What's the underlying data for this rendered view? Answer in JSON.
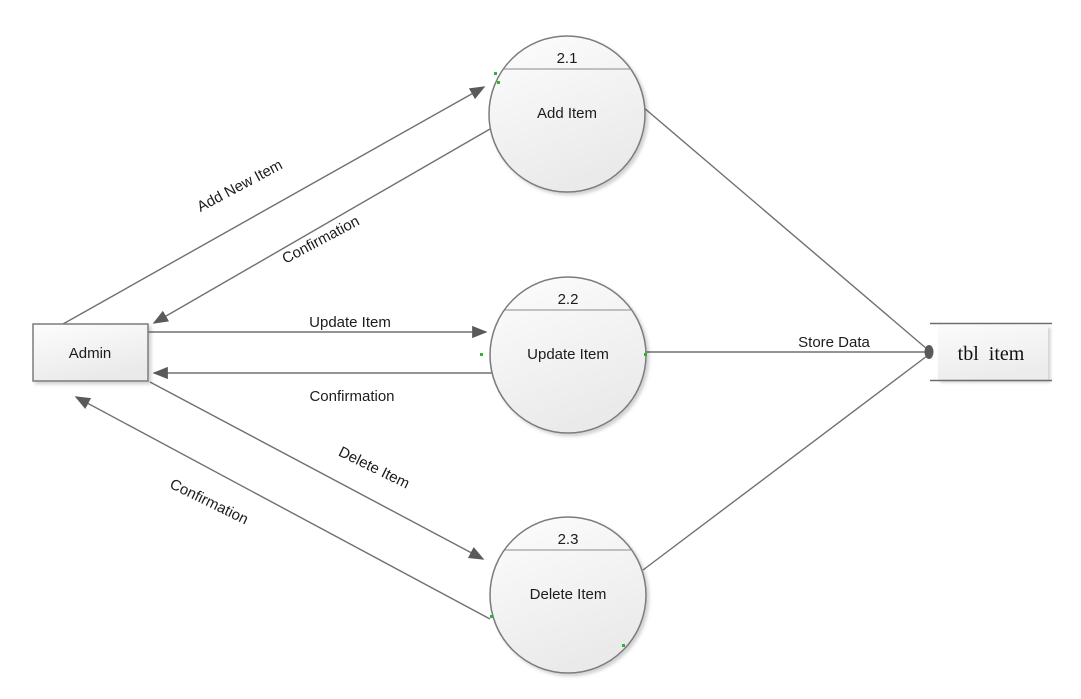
{
  "diagram": {
    "type": "data-flow-diagram",
    "external_entity": {
      "label": "Admin"
    },
    "data_store": {
      "label": "tbl  item"
    },
    "processes": [
      {
        "number": "2.1",
        "label": "Add Item"
      },
      {
        "number": "2.2",
        "label": "Update Item"
      },
      {
        "number": "2.3",
        "label": "Delete Item"
      }
    ],
    "flows": [
      {
        "label": "Add New Item",
        "from": "Admin",
        "to": "2.1 Add Item"
      },
      {
        "label": "Confirmation",
        "from": "2.1 Add Item",
        "to": "Admin"
      },
      {
        "label": "Update Item",
        "from": "Admin",
        "to": "2.2 Update Item"
      },
      {
        "label": "Confirmation",
        "from": "2.2 Update Item",
        "to": "Admin"
      },
      {
        "label": "Delete Item",
        "from": "Admin",
        "to": "2.3 Delete Item"
      },
      {
        "label": "Confirmation",
        "from": "2.3 Delete Item",
        "to": "Admin"
      },
      {
        "label": "Store Data",
        "from": "processes",
        "to": "tbl item"
      }
    ],
    "colors": {
      "background": "#ffffff",
      "flow_line": "#707070",
      "shape_border": "#7b7b7b",
      "shape_fill_light": "#fdfdfd",
      "shape_fill_dark": "#eaeaea",
      "text": "#1c1c1c",
      "connector_dot": "#2fb234",
      "arrowhead": "#5a5a5a"
    }
  }
}
